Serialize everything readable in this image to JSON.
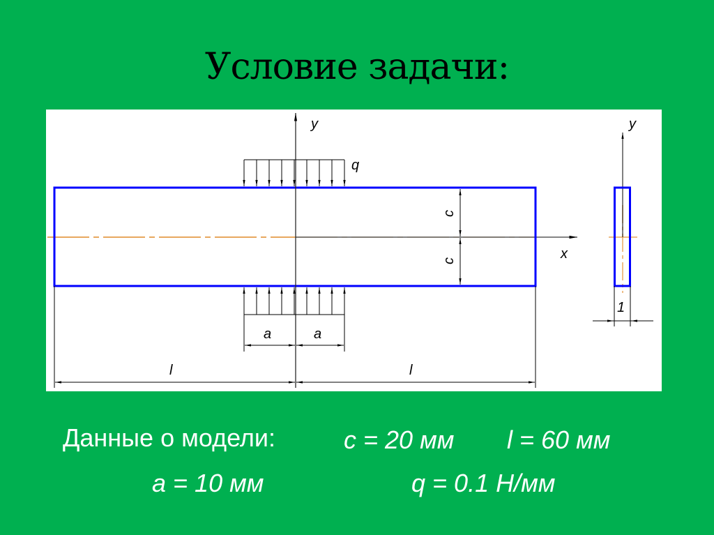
{
  "slide": {
    "title": "Условие задачи:",
    "background_color": "#00b050",
    "panel_color": "#ffffff"
  },
  "diagram": {
    "colors": {
      "beam_outline": "#0000ff",
      "centerline": "#e8a85e",
      "axis": "#000000"
    },
    "labels": {
      "front_y_axis": "y",
      "front_x_axis": "x",
      "load": "q",
      "half_height_top": "c",
      "half_height_bottom": "c",
      "load_half_width_left": "a",
      "load_half_width_right": "a",
      "half_length_left": "l",
      "half_length_right": "l",
      "side_y_axis": "y",
      "side_thickness": "1"
    },
    "load_arrow_count_top": 9,
    "load_arrow_count_bottom": 9
  },
  "model_data": {
    "heading": "Данные о модели:",
    "c": "c = 20 мм",
    "l": "l = 60 мм",
    "a": "a = 10 мм",
    "q": "q = 0.1 Н/мм"
  }
}
